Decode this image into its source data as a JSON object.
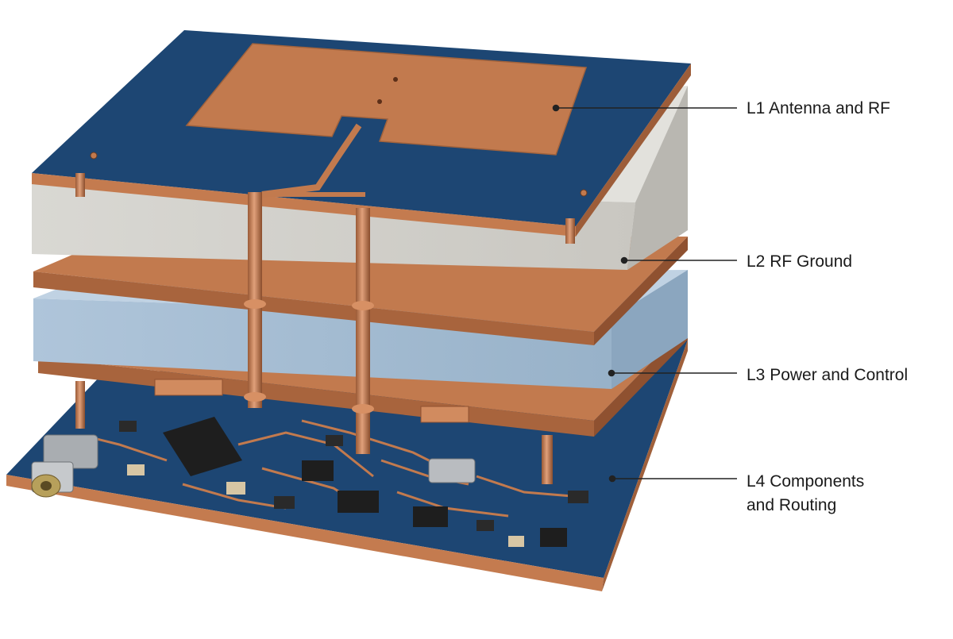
{
  "layers": [
    {
      "id": "l1",
      "label": "L1 Antenna and RF"
    },
    {
      "id": "l2",
      "label": "L2 RF Ground"
    },
    {
      "id": "l3",
      "label": "L3 Power and Control"
    },
    {
      "id": "l4",
      "label_line1": "L4 Components",
      "label_line2": "and Routing"
    }
  ],
  "colors": {
    "board_blue": "#1d4673",
    "copper": "#c27a4e",
    "copper_dark": "#8f5130",
    "core_gray": "#d7d5cf",
    "core_blue": "#a9c0d6",
    "chip_black": "#1e1e1e"
  }
}
